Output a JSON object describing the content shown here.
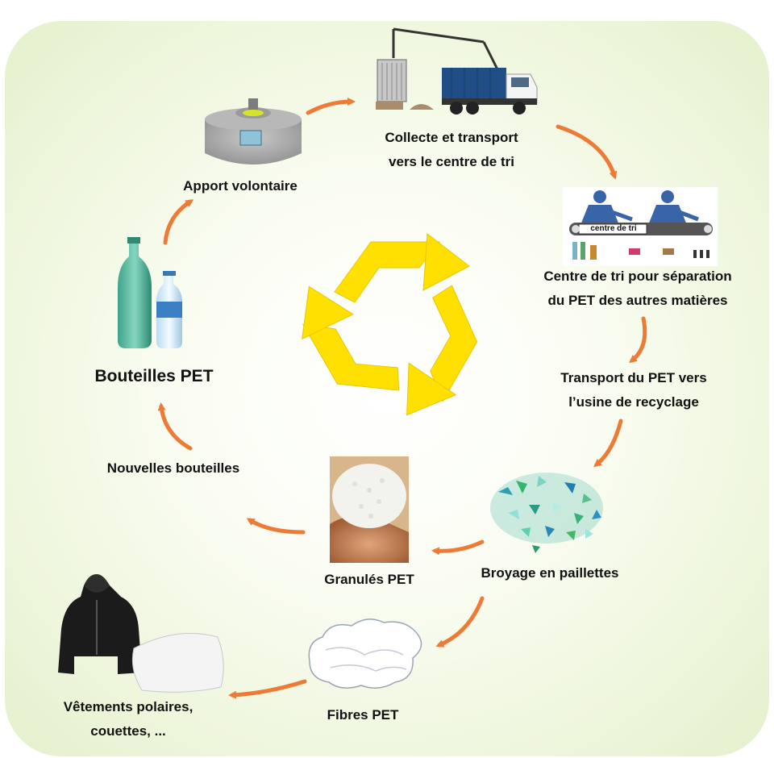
{
  "steps": {
    "apport": "Apport volontaire",
    "collecte": [
      "Collecte et transport",
      "vers le centre de tri"
    ],
    "centre": [
      "Centre de tri pour séparation",
      "du PET des autres matières"
    ],
    "transport": [
      "Transport du PET vers",
      "l’usine de recyclage"
    ],
    "broyage": "Broyage en paillettes",
    "granules": "Granulés PET",
    "nouvelles": "Nouvelles bouteilles",
    "bouteilles": "Bouteilles PET",
    "fibres": "Fibres PET",
    "vetements": [
      "Vêtements polaires,",
      "couettes, ..."
    ]
  },
  "centre_sign": "centre de tri",
  "colors": {
    "arrow": "#ee7b35",
    "recycle": "#ffe000",
    "text": "#111111"
  }
}
